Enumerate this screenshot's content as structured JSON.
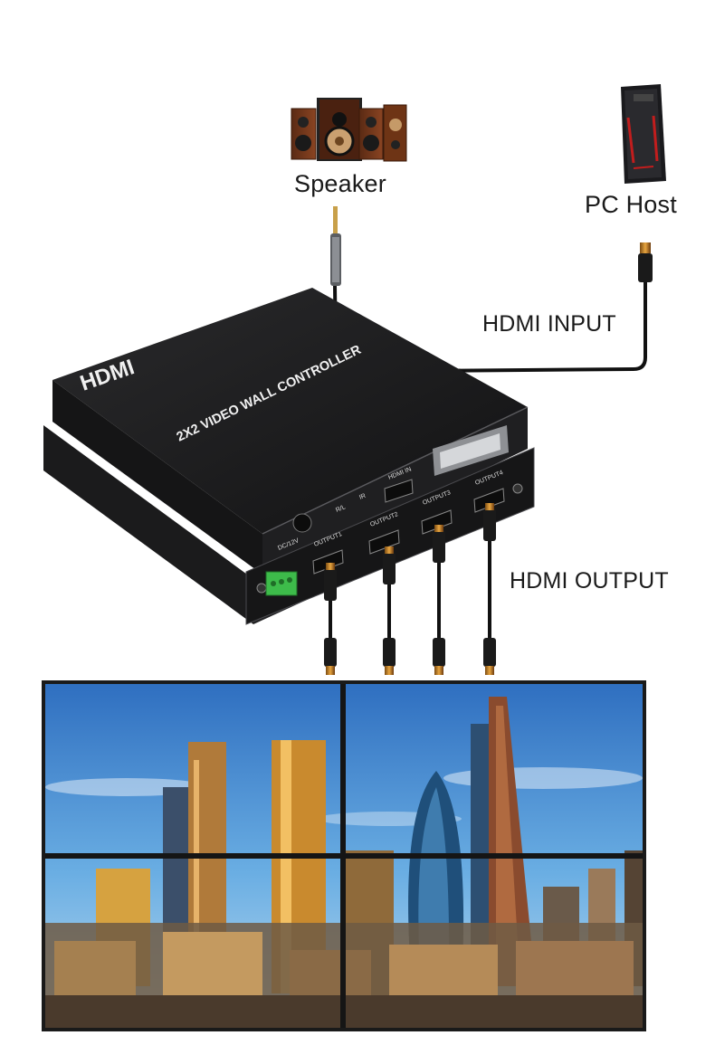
{
  "labels": {
    "speaker": "Speaker",
    "pc_host": "PC Host",
    "hdmi_input": "HDMI INPUT",
    "hdmi_output": "HDMI OUTPUT"
  },
  "device": {
    "logo": "HDMI",
    "title": "2X2 VIDEO WALL CONTROLLER",
    "ports": {
      "audio": "R/L",
      "ir": "IR",
      "hdmi_in": "HDMI IN",
      "power": "DC/12V",
      "output1": "OUTPUT1",
      "output2": "OUTPUT2",
      "output3": "OUTPUT3",
      "output4": "OUTPUT4"
    }
  },
  "colors": {
    "device_body": "#1d1d1f",
    "cable": "#111111",
    "connector_gold": "#c9a227",
    "terminal_green": "#3dbb4a",
    "sky": "#5a9fd8"
  },
  "icons": {
    "speaker": "speaker-system-icon",
    "pc": "pc-tower-icon"
  }
}
